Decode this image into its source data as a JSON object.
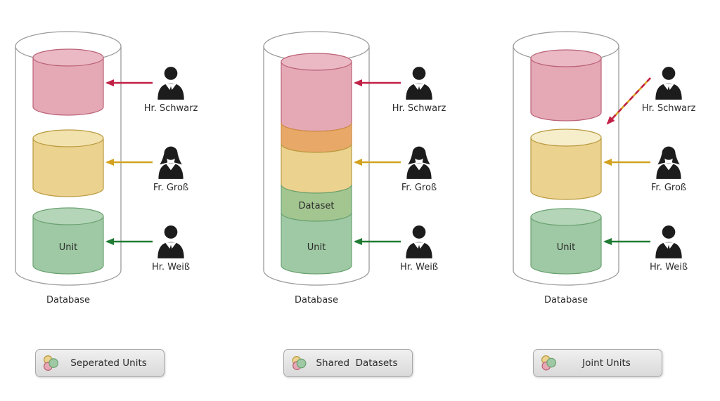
{
  "colors": {
    "pink_fill": "#e5a9b6",
    "pink_top": "#eab9c4",
    "pink_stroke": "#bb6277",
    "yellow_fill": "#ecd28f",
    "yellow_top": "#f2e2ae",
    "yellow_pale_top": "#f6edcb",
    "yellow_stroke": "#b99b3f",
    "green_fill": "#9fc9a4",
    "green_top": "#b4d5b7",
    "green_stroke": "#6ba271",
    "orange_fill": "#e8a868",
    "orange_stroke": "#cf8c44",
    "dataset_fill": "#a3c691",
    "arrow_red": "#c22147",
    "arrow_yellow": "#d3a21f",
    "arrow_green": "#207b33",
    "outline": "#9b9b9b",
    "person": "#1c1c1c",
    "text": "#2b2b2b",
    "legend_bg_top": "#f0f0f0",
    "legend_bg_bottom": "#d9d9d9",
    "legend_border": "#a8a8a8"
  },
  "panels": [
    {
      "database_label": "Database",
      "unit_label": "Unit",
      "persons": [
        "Hr. Schwarz",
        "Fr. Groß",
        "Hr. Weiß"
      ],
      "legend_label": "Seperated Units"
    },
    {
      "database_label": "Database",
      "unit_label": "Unit",
      "dataset_label": "Dataset",
      "persons": [
        "Hr. Schwarz",
        "Fr. Groß",
        "Hr. Weiß"
      ],
      "legend_label": "Shared  Datasets"
    },
    {
      "database_label": "Database",
      "unit_label": "Unit",
      "persons": [
        "Hr. Schwarz",
        "Fr. Groß",
        "Hr. Weiß"
      ],
      "legend_label": "Joint Units"
    }
  ]
}
